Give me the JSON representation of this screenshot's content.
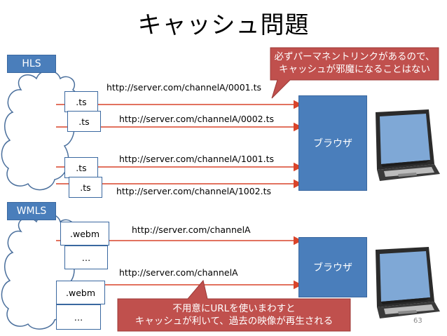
{
  "title": "キャッシュ問題",
  "page_number": "63",
  "colors": {
    "accent_blue": "#4a7ebb",
    "arrow_red": "#d9442a",
    "callout_red": "#c0504d"
  },
  "hls": {
    "tag": "HLS",
    "files": [
      ".ts",
      ".ts",
      ".ts",
      ".ts"
    ],
    "urls": [
      "http://server.com/channelA/0001.ts",
      "http://server.com/channelA/0002.ts",
      "http://server.com/channelA/1001.ts",
      "http://server.com/channelA/1002.ts"
    ],
    "browser": "ブラウザ",
    "callout": {
      "line1": "必ずパーマネントリンクがあるので、",
      "line2": "キャッシュが邪魔になることはない"
    }
  },
  "wmls": {
    "tag": "WMLS",
    "files": [
      ".webm",
      "…",
      ".webm",
      "…"
    ],
    "urls": [
      "http://server.com/channelA",
      "http://server.com/channelA"
    ],
    "browser": "ブラウザ",
    "callout": {
      "line1": "不用意にURLを使いまわすと",
      "line2": "キャッシュが利いて、過去の映像が再生される"
    }
  },
  "icons": [
    "cloud-icon",
    "laptop-icon"
  ]
}
